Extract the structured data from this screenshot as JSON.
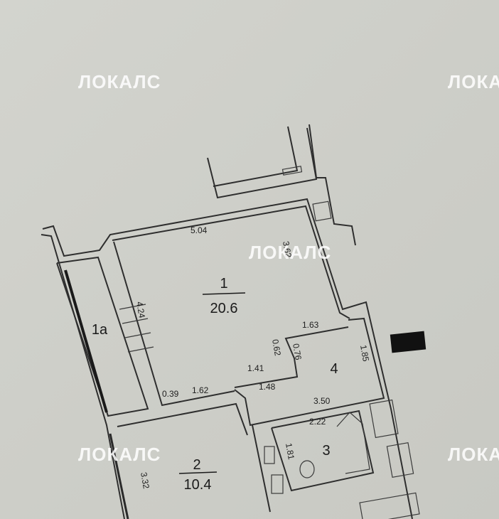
{
  "watermark": "ЛОКАЛС",
  "rooms": [
    {
      "number": "1",
      "area": "20.6"
    },
    {
      "number": "1а"
    },
    {
      "number": "2",
      "area": "10.4"
    },
    {
      "number": "3"
    },
    {
      "number": "4"
    }
  ],
  "dimensions": {
    "d504": "5.04",
    "d362": "3.62",
    "d424": "4.24",
    "d163": "1.63",
    "d062": "0.62",
    "d076": "0.76",
    "d185": "1.85",
    "d141": "1.41",
    "d148": "1.48",
    "d039": "0.39",
    "d162": "1.62",
    "d350": "3.50",
    "d222": "2.22",
    "d181": "1.81",
    "d332": "3.32"
  }
}
